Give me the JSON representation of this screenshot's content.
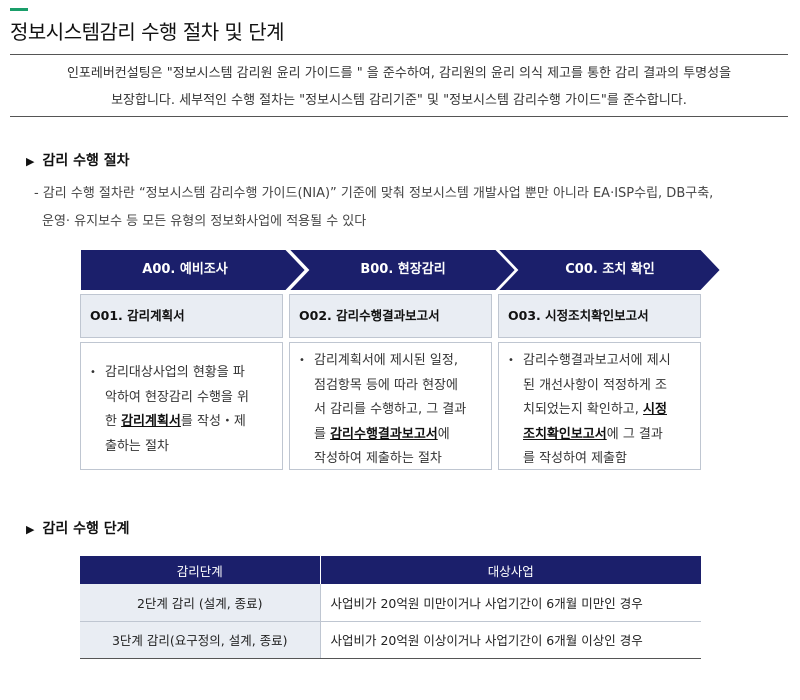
{
  "page_title": "정보시스템감리 수행 절차 및 단계",
  "intro": {
    "line1": "인포레버컨설팅은 \"정보시스템 감리원 윤리 가이드를 \" 을 준수하여, 감리원의 윤리 의식 제고를 통한 감리 결과의 투명성을",
    "line2": "보장합니다.  세부적인 수행 절차는 \"정보시스템 감리기준\" 및 \"정보시스템 감리수행 가이드\"를 준수합니다."
  },
  "procedure": {
    "heading": "감리 수행 절차",
    "desc_line1": "- 감리 수행 절차란 “정보시스템 감리수행 가이드(NIA)” 기준에 맞춰 정보시스템 개발사업 뿐만 아니라 EA·ISP수립, DB구축,",
    "desc_line2": "운영· 유지보수 등 모든 유형의 정보화사업에 적용될 수 있다",
    "steps": [
      {
        "label": "A00. 예비조사",
        "doc": "O01. 감리계획서",
        "lines": [
          "감리대상사업의 현황을 파",
          "악하여 현장감리 수행을 위"
        ],
        "l3_pre": "한 ",
        "l3_u": "감리계획서",
        "l3_post": "를 작성・제",
        "l4": "출하는 절차"
      },
      {
        "label": "B00. 현장감리",
        "doc": "O02. 감리수행결과보고서",
        "lines": [
          "감리계획서에 제시된 일정,",
          "점검항목 등에 따라 현장에",
          "서 감리를 수행하고, 그 결과"
        ],
        "l4_pre": "를 ",
        "l4_u": "감리수행결과보고서",
        "l4_post": "에",
        "l5": "작성하여 제출하는 절차"
      },
      {
        "label": "C00. 조치 확인",
        "doc": "O03. 시정조치확인보고서",
        "lines": [
          "감리수행결과보고서에 제시",
          "된 개선사항이 적정하게 조"
        ],
        "l3_pre": "치되었는지 확인하고, ",
        "l3_u": "시정",
        "l4_u": "조치확인보고서",
        "l4_post": "에 그 결과",
        "l5": "를 작성하여 제출함"
      }
    ]
  },
  "stages": {
    "heading": "감리 수행 단계",
    "columns": [
      "감리단계",
      "대상사업"
    ],
    "rows": [
      [
        "2단계 감리 (설계, 종료)",
        "사업비가 20억원 미만이거나 사업기간이 6개월 미만인 경우"
      ],
      [
        "3단계 감리(요구정의, 설계, 종료)",
        "사업비가 20억원 이상이거나 사업기간이 6개월 이상인 경우"
      ]
    ]
  },
  "colors": {
    "navy": "#1b1f6b",
    "accent": "#1a9e6a",
    "box_fill": "#e9edf3"
  }
}
